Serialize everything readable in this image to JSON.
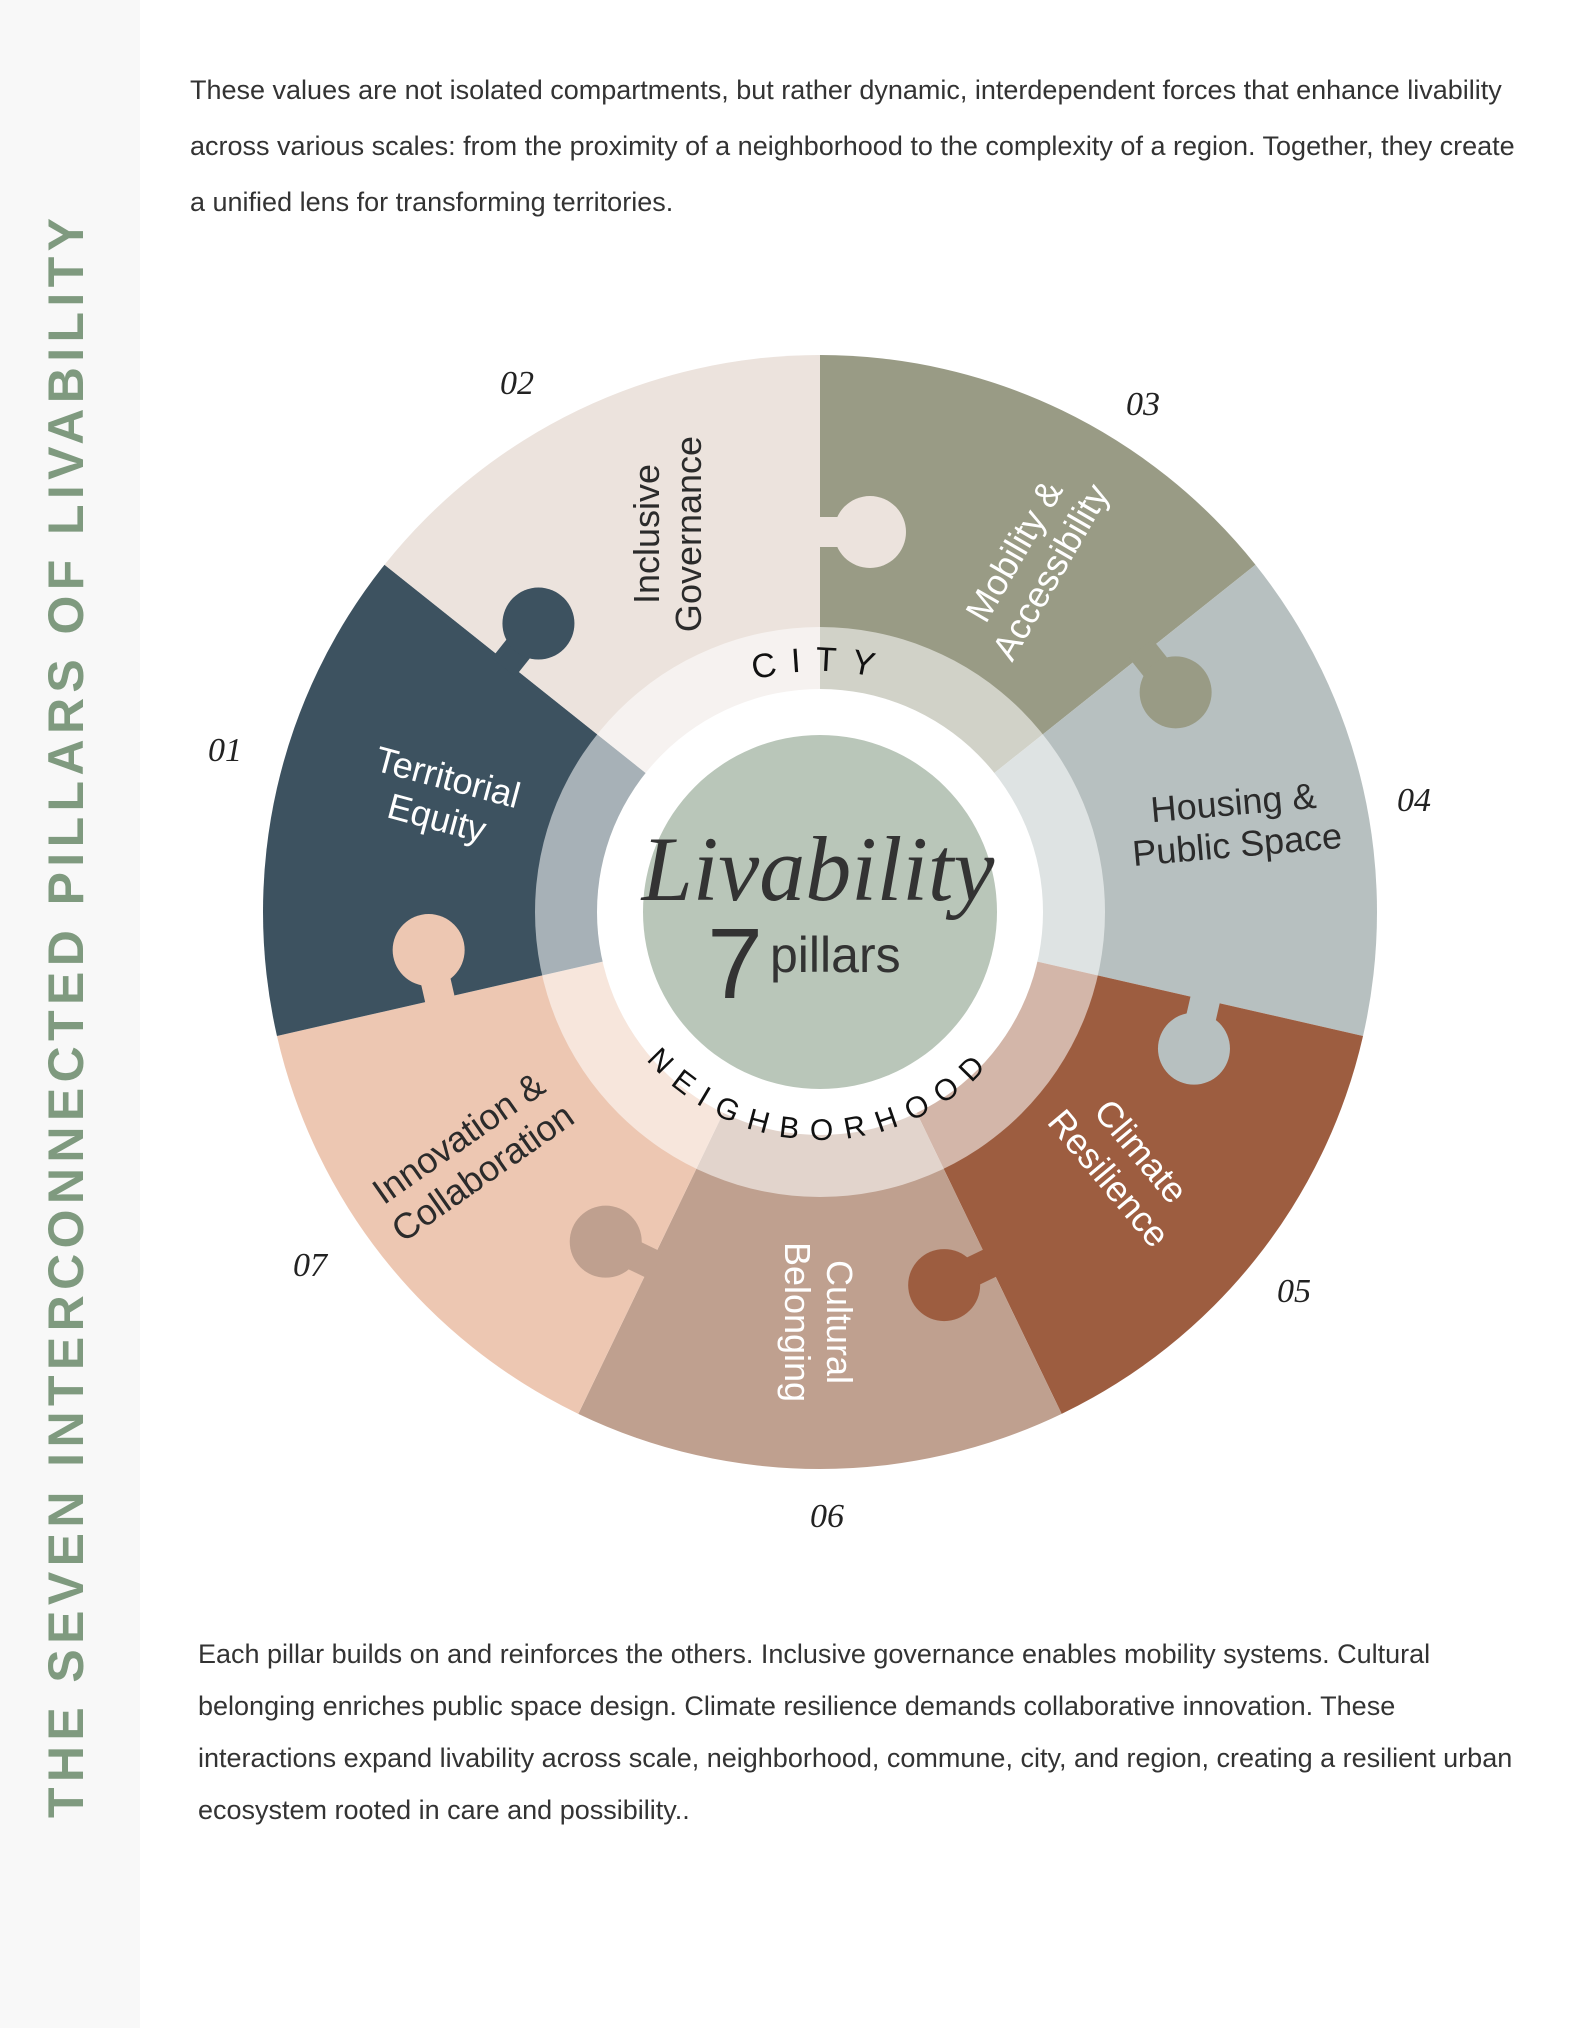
{
  "sidebar": {
    "title": "THE SEVEN INTERCONNECTED PILLARS OF LIVABILITY",
    "color": "#7f9a7f"
  },
  "intro": "These values are not isolated compartments, but rather dynamic, interdependent forces that enhance livability across various scales: from the proximity of a neighborhood to the complexity of a region. Together, they create a unified lens for transforming territories.",
  "outro": "Each pillar builds on and reinforces the others. Inclusive governance enables mobility systems. Cultural belonging enriches public space design. Climate resilience demands collaborative innovation. These interactions expand livability across scale, neighborhood, commune, city, and region, creating a resilient urban ecosystem rooted in care and possibility..",
  "center": {
    "title": "Livability",
    "number": "7",
    "unit": "pillars"
  },
  "rings": {
    "outer": "CITY",
    "inner": "NEIGHBORHOOD"
  },
  "pillars": [
    {
      "number": "03",
      "line1": "Mobility &",
      "line2": "Accessibility",
      "color": "#999b85",
      "text_color": "#ffffff"
    },
    {
      "number": "04",
      "line1": "Housing &",
      "line2": "Public Space",
      "color": "#b7c0c0",
      "text_color": "#2b2b2b"
    },
    {
      "number": "05",
      "line1": "Climate",
      "line2": "Resilience",
      "color": "#9d5d40",
      "text_color": "#ffffff"
    },
    {
      "number": "06",
      "line1": "Cultural",
      "line2": "Belonging",
      "color": "#bfa08f",
      "text_color": "#ffffff"
    },
    {
      "number": "07",
      "line1": "Innovation &",
      "line2": "Collaboration",
      "color": "#edc7b2",
      "text_color": "#2b2b2b"
    },
    {
      "number": "01",
      "line1": "Territorial",
      "line2": "Equity",
      "color": "#3d5260",
      "text_color": "#ffffff"
    },
    {
      "number": "02",
      "line1": "Inclusive",
      "line2": "Governance",
      "color": "#ece3dd",
      "text_color": "#2b2b2b"
    }
  ]
}
